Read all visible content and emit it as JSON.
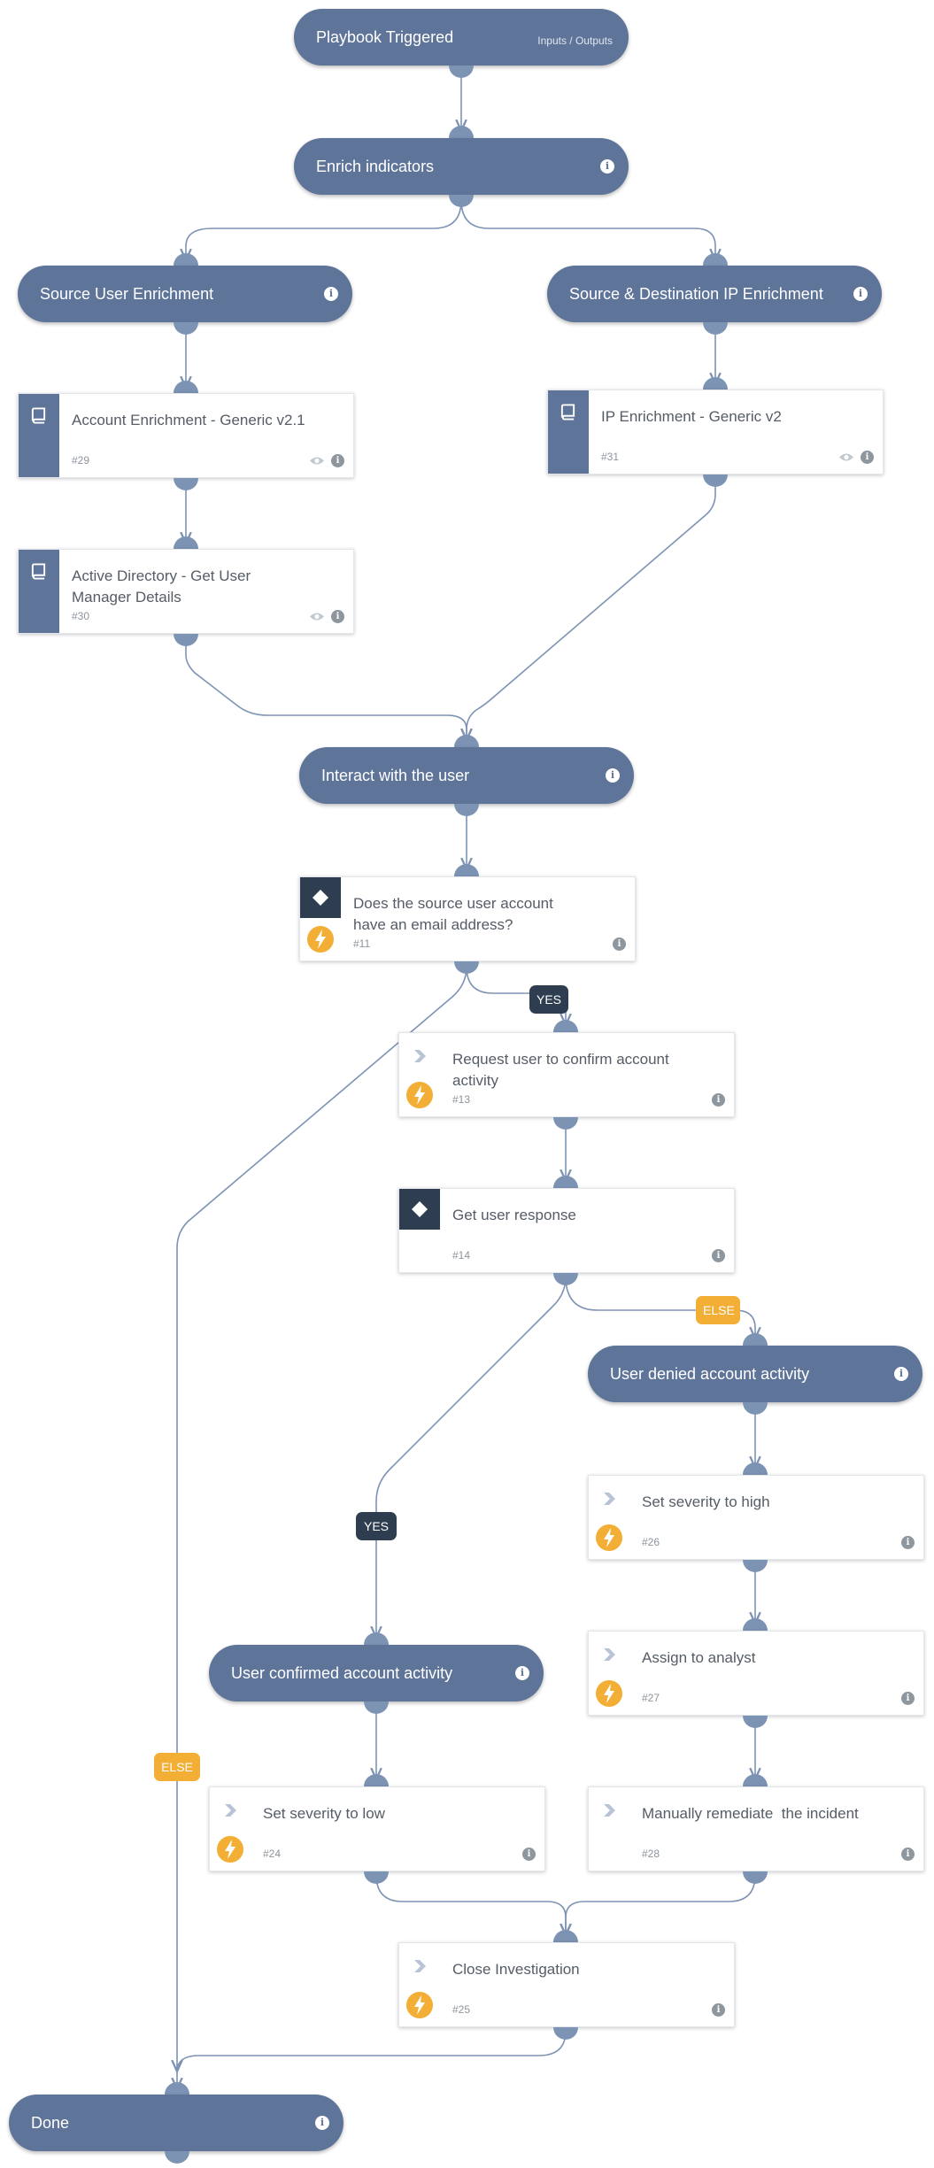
{
  "nodes": {
    "start": {
      "title": "Playbook Triggered",
      "link": "Inputs / Outputs"
    },
    "enrich": {
      "title": "Enrich indicators"
    },
    "srcuser": {
      "title": "Source User Enrichment"
    },
    "srcdst": {
      "title": "Source & Destination IP Enrichment"
    },
    "acct": {
      "title": "Account Enrichment - Generic v2.1",
      "id": "#29"
    },
    "ip": {
      "title": "IP Enrichment - Generic v2",
      "id": "#31"
    },
    "ad": {
      "title": "Active Directory - Get User Manager Details",
      "id": "#30"
    },
    "interact": {
      "title": "Interact with the user"
    },
    "email": {
      "title": "Does the source user account have an email address?",
      "id": "#11"
    },
    "request": {
      "title": "Request user to confirm account activity",
      "id": "#13"
    },
    "getresp": {
      "title": "Get user response",
      "id": "#14"
    },
    "denied": {
      "title": "User denied account activity"
    },
    "sevhigh": {
      "title": "Set severity to high",
      "id": "#26"
    },
    "confirmed": {
      "title": "User confirmed account activity"
    },
    "assign": {
      "title": "Assign to analyst",
      "id": "#27"
    },
    "sevlow": {
      "title": "Set severity to low",
      "id": "#24"
    },
    "remediate": {
      "title": "Manually remediate  the incident",
      "id": "#28"
    },
    "close": {
      "title": "Close Investigation",
      "id": "#25"
    },
    "done": {
      "title": "Done"
    }
  },
  "labels": {
    "yes_1": "YES",
    "else_1": "ELSE",
    "yes_2": "YES",
    "else_2": "ELSE"
  },
  "icons": {
    "info": "i"
  },
  "colors": {
    "section": "#5f7499",
    "port": "#7d93b4",
    "edge": "#7d93b4",
    "condition": "#2e3e50",
    "automation": "#f2ae35",
    "else_tag": "#f2ae35",
    "yes_tag": "#2e3e50"
  }
}
